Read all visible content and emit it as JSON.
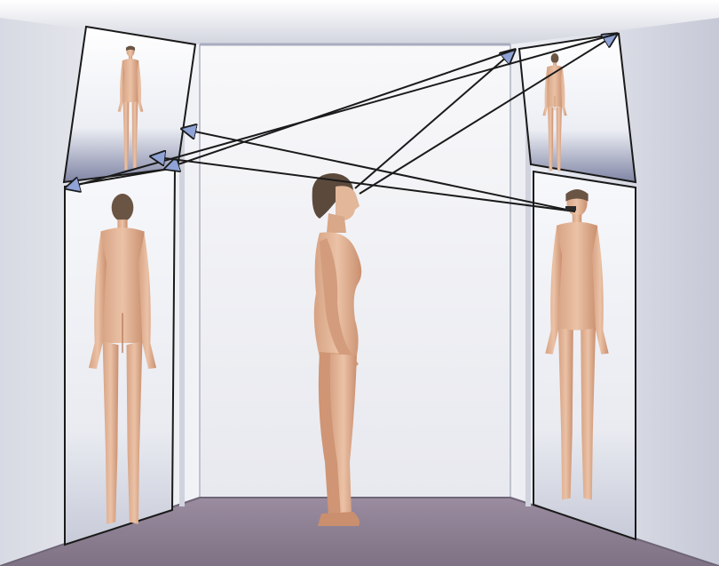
{
  "scene": {
    "colors": {
      "wall_light": "#f4f5f8",
      "wall_shadow": "#a9acbf",
      "floor": "#8e7f93",
      "floor_edge": "#6e6576",
      "frame_stroke": "#1a1a1a",
      "arrowhead_fill": "#8fa3d6",
      "skin": "#e2b79a",
      "skin_shade": "#c98f6f",
      "hair": "#5b4a3c"
    },
    "mirrors": [
      {
        "name": "mirror-top-left",
        "reflection": "front"
      },
      {
        "name": "mirror-top-right",
        "reflection": "back"
      },
      {
        "name": "mirror-left",
        "reflection": "back"
      },
      {
        "name": "mirror-right",
        "reflection": "front"
      }
    ],
    "center_figure": {
      "name": "center-figure",
      "view": "side"
    },
    "sight_lines_count": 6
  }
}
